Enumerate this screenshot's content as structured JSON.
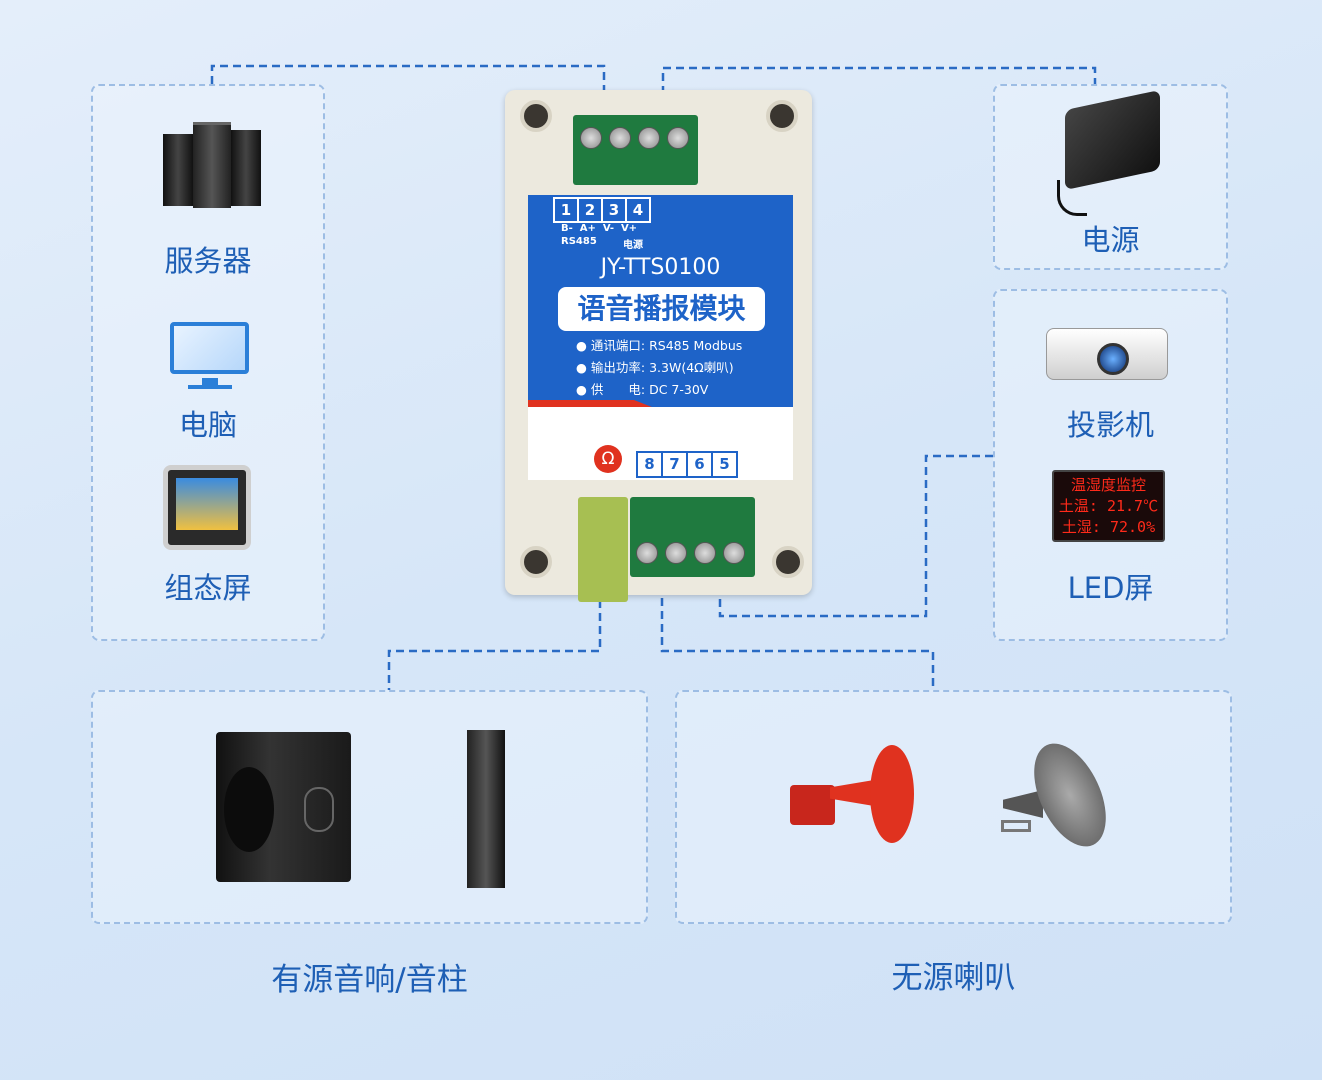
{
  "left_group": {
    "items": [
      {
        "label": "服务器",
        "icon": "server-rack-icon"
      },
      {
        "label": "电脑",
        "icon": "monitor-icon"
      },
      {
        "label": "组态屏",
        "icon": "hmi-touchscreen-icon"
      }
    ]
  },
  "right_top": {
    "label": "电源",
    "icon": "power-adapter-icon"
  },
  "right_mid": {
    "items": [
      {
        "label": "投影机",
        "icon": "projector-icon"
      },
      {
        "label": "LED屏",
        "icon": "led-display-icon"
      }
    ]
  },
  "led_screen": {
    "line1": "温湿度监控",
    "line2": "土温: 21.7℃",
    "line3": "土湿: 72.0%"
  },
  "bottom_left": {
    "label": "有源音响/音柱",
    "icons": [
      "active-speaker-icon",
      "column-speaker-icon"
    ]
  },
  "bottom_right": {
    "label": "无源喇叭",
    "icons": [
      "red-horn-speaker-icon",
      "gray-horn-speaker-icon"
    ]
  },
  "module": {
    "top_pins": [
      "1",
      "2",
      "3",
      "4"
    ],
    "top_pin_labels": "B-  A+  V-  V+",
    "rs485": "RS485",
    "power": "电源",
    "model": "JY-TTS0100",
    "title": "语音播报模块",
    "specs": [
      "通讯端口: RS485 Modbus",
      "输出功率: 3.3W(4Ω喇叭)",
      "供　　电: DC 7-30V"
    ],
    "bottom_pins": [
      "8",
      "7",
      "6",
      "5"
    ],
    "omega": "Ω"
  },
  "colors": {
    "label": "#1e5fb5",
    "connector": "#2a6bc4",
    "module_blue": "#1e63c8",
    "accent_red": "#e0321f"
  }
}
